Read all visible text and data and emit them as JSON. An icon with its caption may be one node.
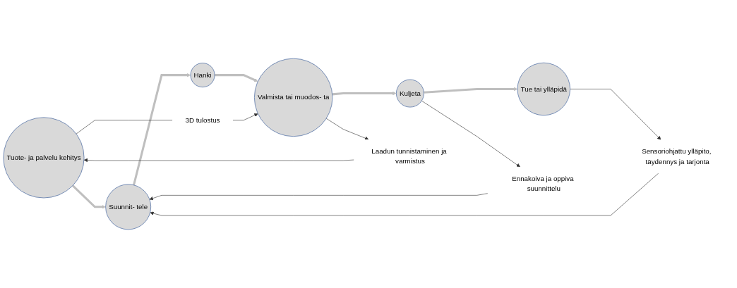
{
  "diagram": {
    "nodes": [
      {
        "text": [
          "Tuote- ja palvelu kehitys"
        ]
      },
      {
        "text": [
          "Suunnit- tele"
        ]
      },
      {
        "text": [
          "Hanki"
        ]
      },
      {
        "text": [
          "Valmista tai muodos- ta"
        ]
      },
      {
        "text": [
          "Kuljeta"
        ]
      },
      {
        "text": [
          "Tue tai ylläpidä"
        ]
      },
      {
        "text": [
          "Ennakoiva ja oppiva suunnittelu"
        ]
      },
      {
        "text": [
          "Laadun tunnistaminen ja varmistus"
        ]
      },
      {
        "text": [
          "3D tulostus"
        ]
      },
      {
        "text": [
          "Sensoriohjattu ylläpito, täydennys ja tarjonta"
        ]
      }
    ],
    "edges": [
      {
        "from": 0,
        "to": 1,
        "arrow": "to",
        "style": "thick",
        "color": "#bfbfbf"
      },
      {
        "from": 1,
        "to": 2,
        "arrow": "to",
        "style": "thick",
        "color": "#bfbfbf"
      },
      {
        "from": 2,
        "to": 3,
        "arrow": "to",
        "style": "thick",
        "color": "#bfbfbf"
      },
      {
        "from": 3,
        "to": 4,
        "arrow": "to",
        "style": "thick",
        "color": "#bfbfbf"
      },
      {
        "from": 4,
        "to": 5,
        "arrow": "to",
        "style": "thick",
        "color": "#bfbfbf"
      },
      {
        "from": 4,
        "to": 6,
        "arrow": "to"
      },
      {
        "from": 6,
        "to": 1,
        "arrow": "to"
      },
      {
        "from": 3,
        "to": 7,
        "arrow": "to"
      },
      {
        "from": 7,
        "to": 0,
        "arrow": "to"
      },
      {
        "from": 0,
        "to": 8,
        "arrow": "none"
      },
      {
        "from": 8,
        "to": 3,
        "arrow": "to"
      },
      {
        "from": 5,
        "to": 9,
        "arrow": "to"
      },
      {
        "from": 9,
        "to": 1,
        "arrow": "to"
      }
    ]
  }
}
